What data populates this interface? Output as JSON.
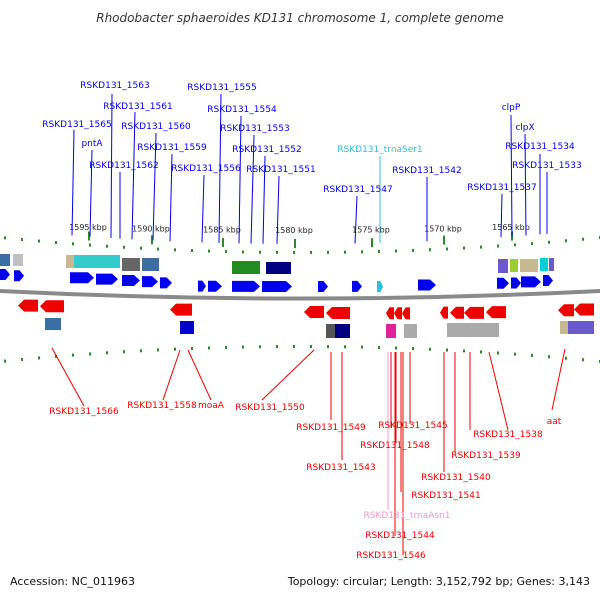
{
  "title": "Rhodobacter sphaeroides KD131 chromosome 1, complete genome",
  "accession": "Accession: NC_011963",
  "summary": "Topology: circular; Length: 3,152,792 bp; Genes: 3,143",
  "colors": {
    "forward": "#0000ee",
    "reverse": "#ee0000",
    "trna_forward": "#33bbdd",
    "trna_reverse": "#ee99cc",
    "backbone": "#888888",
    "tick": "#2a8a2a"
  },
  "ticks": [
    {
      "label": "1595 kbp"
    },
    {
      "label": "1590 kbp"
    },
    {
      "label": "1585 kbp"
    },
    {
      "label": "1580 kbp"
    },
    {
      "label": "1575 kbp"
    },
    {
      "label": "1570 kbp"
    },
    {
      "label": "1565 kbp"
    }
  ],
  "forward_labels": [
    {
      "name": "RSKD131_1563"
    },
    {
      "name": "RSKD131_1561"
    },
    {
      "name": "RSKD131_1565"
    },
    {
      "name": "RSKD131_1560"
    },
    {
      "name": "pntA"
    },
    {
      "name": "RSKD131_1559"
    },
    {
      "name": "RSKD131_1562"
    },
    {
      "name": "RSKD131_1555"
    },
    {
      "name": "RSKD131_1554"
    },
    {
      "name": "RSKD131_1553"
    },
    {
      "name": "RSKD131_1552"
    },
    {
      "name": "RSKD131_1556"
    },
    {
      "name": "RSKD131_1551"
    },
    {
      "name": "RSKD131_trnaSer1"
    },
    {
      "name": "RSKD131_1542"
    },
    {
      "name": "RSKD131_1547"
    },
    {
      "name": "clpP"
    },
    {
      "name": "clpX"
    },
    {
      "name": "RSKD131_1534"
    },
    {
      "name": "RSKD131_1533"
    },
    {
      "name": "RSKD131_1537"
    }
  ],
  "reverse_labels": [
    {
      "name": "RSKD131_1566"
    },
    {
      "name": "RSKD131_1558"
    },
    {
      "name": "moaA"
    },
    {
      "name": "RSKD131_1550"
    },
    {
      "name": "RSKD131_1549"
    },
    {
      "name": "RSKD131_1543"
    },
    {
      "name": "RSKD131_1545"
    },
    {
      "name": "RSKD131_1548"
    },
    {
      "name": "RSKD131_1538"
    },
    {
      "name": "RSKD131_1539"
    },
    {
      "name": "RSKD131_1540"
    },
    {
      "name": "RSKD131_1541"
    },
    {
      "name": "RSKD131_trnaAsn1"
    },
    {
      "name": "RSKD131_1544"
    },
    {
      "name": "RSKD131_1546"
    },
    {
      "name": "aat"
    }
  ]
}
